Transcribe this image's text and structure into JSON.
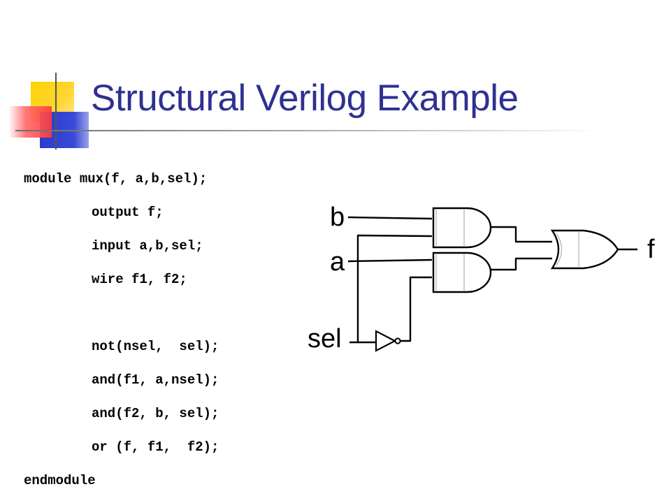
{
  "title": "Structural Verilog Example",
  "code_lines": [
    "module mux(f, a,b,sel);",
    "output f;",
    "input a,b,sel;",
    "wire f1, f2;",
    "",
    "not(nsel,  sel);",
    "and(f1, a,nsel);",
    "and(f2, b, sel);",
    "or (f, f1,  f2);",
    "endmodule"
  ],
  "diagram": {
    "labels": {
      "b": "b",
      "a": "a",
      "sel": "sel",
      "f": "f"
    }
  },
  "colors": {
    "title": "#2e3192",
    "accent_yellow": "#ffd200",
    "accent_blue": "#2a3bc8",
    "accent_red": "#ff3b3b"
  }
}
